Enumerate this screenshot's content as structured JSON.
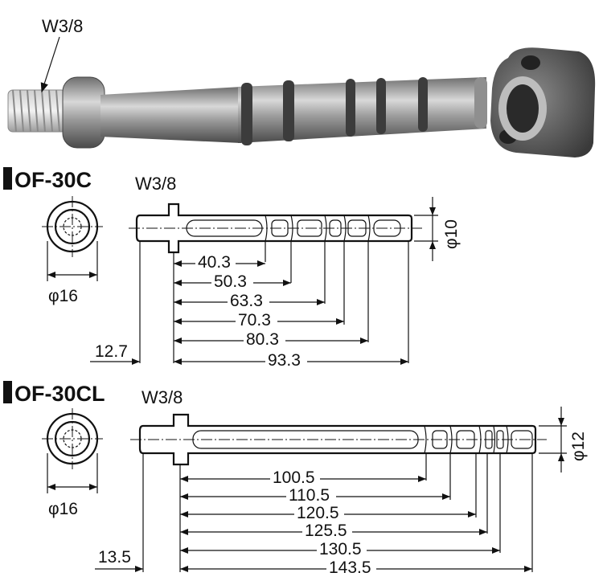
{
  "photo": {
    "thread_label": "W3/8"
  },
  "sections": [
    {
      "title": "OF-30C",
      "thread_label": "W3/8",
      "head_diameter": "φ16",
      "shaft_diameter": "φ10",
      "head_length": "12.7",
      "dimensions": [
        "40.3",
        "50.3",
        "63.3",
        "70.3",
        "80.3",
        "93.3"
      ]
    },
    {
      "title": "OF-30CL",
      "thread_label": "W3/8",
      "head_diameter": "φ16",
      "shaft_diameter": "φ12",
      "head_length": "13.5",
      "dimensions": [
        "100.5",
        "110.5",
        "120.5",
        "125.5",
        "130.5",
        "143.5"
      ]
    }
  ]
}
